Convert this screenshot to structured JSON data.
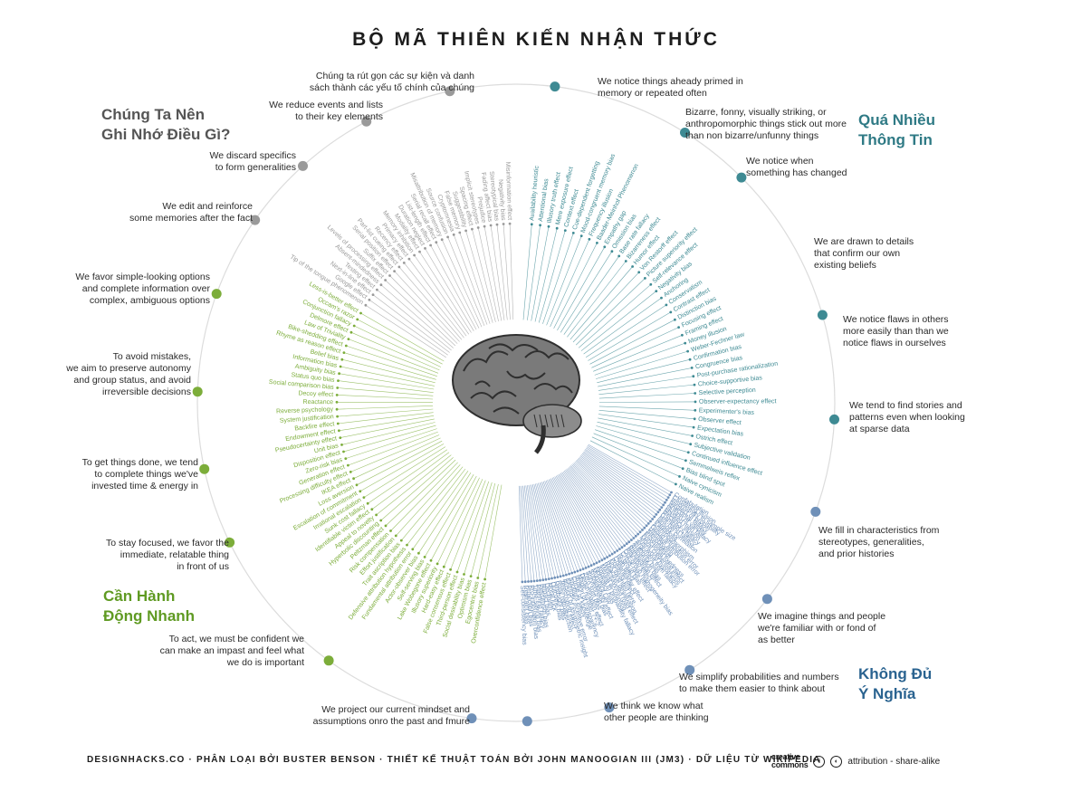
{
  "title": "BỘ MÃ THIÊN KIẾN NHẬN THỨC",
  "headings": {
    "top_left": [
      "Chúng Ta Nên",
      "Ghi Nhớ Điều Gì?"
    ],
    "top_right": [
      "Quá Nhiều",
      "Thông Tin"
    ],
    "bottom_left": [
      "Cần Hành",
      "Động Nhanh"
    ],
    "bottom_right": [
      "Không Đủ",
      "Ý Nghĩa"
    ]
  },
  "colors": {
    "memory": "#9a9a9a",
    "information": "#3e8a93",
    "action": "#7cad3a",
    "meaning": "#6f90b8",
    "circle": "#dcdcdc"
  },
  "categories": [
    {
      "id": "primed",
      "group": "information",
      "lines": [
        "We notice things aheady primed in",
        "memory or repeated often"
      ]
    },
    {
      "id": "bizarre",
      "group": "information",
      "lines": [
        "Bizarre, fonny, visually striking, or",
        "anthropomorphic things stick out more",
        "than non bizarre/unfunny things"
      ]
    },
    {
      "id": "changed",
      "group": "information",
      "lines": [
        "We notice when",
        "something has changed"
      ]
    },
    {
      "id": "confirm",
      "group": "information",
      "lines": [
        "We are drawn to details",
        "that confirm our own",
        "existing beliefs"
      ]
    },
    {
      "id": "flaws",
      "group": "information",
      "lines": [
        "We notice flaws in others",
        "more easily than than we",
        "notice flaws in ourselves"
      ]
    },
    {
      "id": "stories",
      "group": "meaning",
      "lines": [
        "We tend to find stories and",
        "patterns even when looking",
        "at sparse data"
      ]
    },
    {
      "id": "fill",
      "group": "meaning",
      "lines": [
        "We fill in characteristics from",
        "stereotypes, generalities,",
        "and prior histories"
      ]
    },
    {
      "id": "imagine",
      "group": "meaning",
      "lines": [
        "We imagine things and people",
        "we're familiar with or fond of",
        "as better"
      ]
    },
    {
      "id": "simplify",
      "group": "meaning",
      "lines": [
        "We simplify probabilities and numbers",
        "to make them easier to think about"
      ]
    },
    {
      "id": "think_know",
      "group": "meaning",
      "lines": [
        "We think we know what",
        "other people are thinking"
      ]
    },
    {
      "id": "project",
      "group": "meaning",
      "lines": [
        "We project our current mindset and",
        "assumptions onro the past and fmure"
      ]
    },
    {
      "id": "confident",
      "group": "action",
      "lines": [
        "To act, we must be confident we",
        "can make an impast and feel what",
        "we do is important"
      ]
    },
    {
      "id": "focused",
      "group": "action",
      "lines": [
        "To stay focused, we favor the",
        "immediate, relatable thing",
        "in front of us"
      ]
    },
    {
      "id": "done",
      "group": "action",
      "lines": [
        "To get things done, we tend",
        "to complete things we've",
        "invested time & energy in"
      ]
    },
    {
      "id": "mistakes",
      "group": "action",
      "lines": [
        "To avoid mistakes,",
        "we aim to preserve autonomy",
        "and group status, and avoid",
        "irreversible decisions"
      ]
    },
    {
      "id": "simple",
      "group": "action",
      "lines": [
        "We favor simple-looking options",
        "and complete information over",
        "complex, ambiguous options"
      ]
    },
    {
      "id": "edit",
      "group": "memory",
      "lines": [
        "We edit and reinforce",
        "some memories after the fact"
      ]
    },
    {
      "id": "discard",
      "group": "memory",
      "lines": [
        "We discard specifics",
        "to form generalities"
      ]
    },
    {
      "id": "reduce",
      "group": "memory",
      "lines": [
        "We reduce events and lists",
        "to their key elements"
      ]
    },
    {
      "id": "store",
      "group": "memory",
      "lines": [
        "Chúng ta rút gọn các sự kiện và danh",
        "sách thành các yếu tố chính của chúng"
      ]
    }
  ],
  "bias_labels": {
    "memory": [
      "Tip of the tongue phenomenon",
      "Google effect",
      "Next-in-line effect",
      "Testing effect",
      "Absent-mindedness",
      "Levels of processing effect",
      "Suffix effect",
      "Serial position effect",
      "Part-list cueing effect",
      "Recency effect",
      "Primacy effect",
      "Memory inhibition",
      "Modality effect",
      "Duration neglect",
      "List-length effect",
      "Serial recall effect",
      "Misattribution of memory",
      "Source confusion",
      "Cryptomnesia",
      "False memory",
      "Suggestibility",
      "Spacing effect",
      "Implicit stereotypes",
      "Prejudice",
      "Fading affect bias",
      "Stereotypical bias",
      "Negativity bias",
      "Misinformation effect"
    ],
    "information": [
      "Availability heuristic",
      "Attentional bias",
      "Illusory truth effect",
      "Mere exposure effect",
      "Context effect",
      "Cue-dependent forgetting",
      "Mood-congruent memory bias",
      "Frequency illusion",
      "Baader-Meinhof Phenomenon",
      "Empathy gap",
      "Omission bias",
      "Base rate fallacy",
      "Bizarreness effect",
      "Humor effect",
      "Von Restorff effect",
      "Picture superiority effect",
      "Self-relevance effect",
      "Negativity bias",
      "Anchoring",
      "Conservatism",
      "Contrast effect",
      "Distinction bias",
      "Focusing effect",
      "Framing effect",
      "Money illusion",
      "Weber-Fechner law",
      "Confirmation bias",
      "Congruence bias",
      "Post-purchase rationalization",
      "Choice-supportive bias",
      "Selective perception",
      "Observer-expectancy effect",
      "Experimenter's bias",
      "Observer effect",
      "Expectation bias",
      "Ostrich effect",
      "Subjective validation",
      "Continued influence effect",
      "Semmelweis reflex",
      "Bias blind spot",
      "Naive cynicism",
      "Naive realism"
    ],
    "meaning": [
      "Confabulation",
      "Clustering illusion",
      "Insensitivity to sample size",
      "Neglect of probability",
      "Anecdotal fallacy",
      "Illusion of validity",
      "Masked man fallacy",
      "Recency illusion",
      "Gambler's fallacy",
      "Hot-hand fallacy",
      "Illusory correlation",
      "Pareidolia",
      "Anthropomorphism",
      "Group attribution error",
      "Ultimate attribution error",
      "Stereotyping",
      "Essentialism",
      "Functional fixedness",
      "Moral credential effect",
      "Just-world hypothesis",
      "Argument from fallacy",
      "Authority bias",
      "Automation bias",
      "Bandwagon effect",
      "Placebo effect",
      "Out-group homogeneity bias",
      "Cross-race effect",
      "In-group bias",
      "Halo effect",
      "Cheerleader effect",
      "Positivity effect",
      "Not invented here",
      "Reactive devaluation",
      "Well-traveled road effect",
      "Mental accounting",
      "Appeal to probability fallacy",
      "Normalcy bias",
      "Murphy's Law",
      "Subadditivity effect",
      "Survivorship bias",
      "Zero sum bias",
      "Denomination effect",
      "Magic number 7+-2",
      "Illusion of transparency",
      "Curse of knowledge",
      "Spotlight effect",
      "Extrinsic incentive error",
      "Illusion of asymmetric insight",
      "Telescoping effect",
      "Rosy retrospection",
      "Hindsight bias",
      "Outcome bias",
      "Moral luck",
      "Declinism",
      "Impact bias",
      "Pessimism bias",
      "Planning fallacy",
      "Time-saving bias",
      "Pro-innovation bias",
      "Projection bias",
      "Restraint bias",
      "Self-consistency bias"
    ],
    "action": [
      "Overconfidence effect",
      "Egocentric bias",
      "Optimism bias",
      "Social desirability bias",
      "Third-person effect",
      "False consensus effect",
      "Hard-easy effect",
      "Illusory superiority",
      "Lake Wobegone effect",
      "Self-serving bias",
      "Actor-observer bias",
      "Fundamental attribution error",
      "Defensive attribution hypothesis",
      "Trait ascription bias",
      "Effort justification",
      "Risk compensation",
      "Peltzman effect",
      "Hyperbolic discounting",
      "Appeal to novelty",
      "Identifiable victim effect",
      "Sunk cost fallacy",
      "Irrational escalation",
      "Escalation of commitment",
      "Loss aversion",
      "IKEA effect",
      "Processing difficulty effect",
      "Generation effect",
      "Zero-risk bias",
      "Disposition effect",
      "Unit bias",
      "Pseudocertainty effect",
      "Endowment effect",
      "Backfire effect",
      "System justification",
      "Reverse psychology",
      "Reactance",
      "Decoy effect",
      "Social comparison bias",
      "Status quo bias",
      "Ambiguity bias",
      "Information bias",
      "Belief bias",
      "Rhyme as reason effect",
      "Bike-shedding effect",
      "Law of Triviality",
      "Delmore effect",
      "Conjunction fallacy",
      "Occam's razor",
      "Less-is-better effect"
    ]
  },
  "footer": "DESIGNHACKS.CO  ·  PHÂN LOẠI BỞI BUSTER BENSON  ·  THIẾT KẾ THUẬT TOÁN BỞI JOHN MANOOGIAN III (JM3)  ·  DỮ LIỆU TỪ WIKIPEDIA",
  "license": {
    "logo_top": "creative",
    "logo_bottom": "commons",
    "text": "attribution - share-alike",
    "badge_by": "i",
    "badge_sa": "◐"
  }
}
